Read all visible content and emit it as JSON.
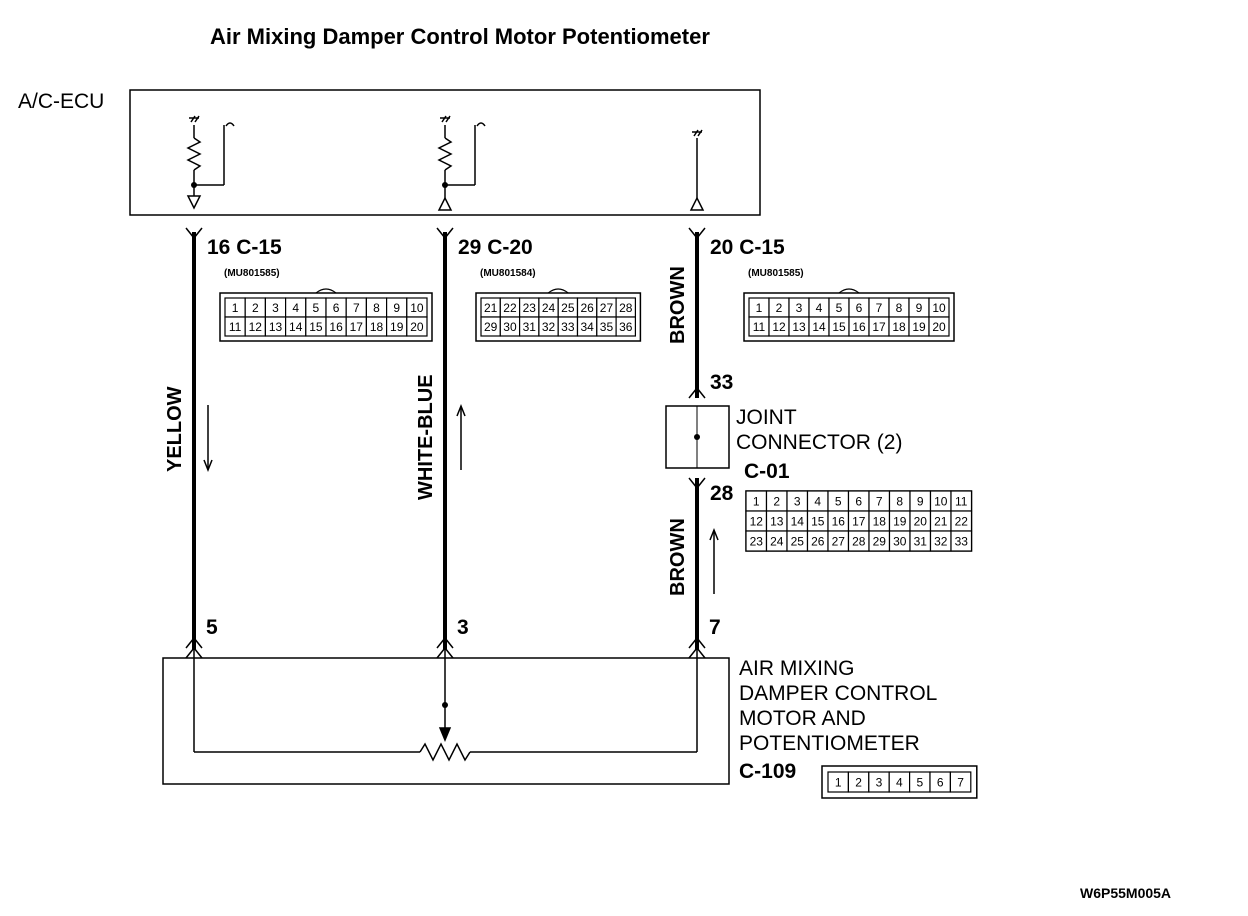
{
  "title": "Air Mixing Damper Control Motor Potentiometer",
  "ecu_label": "A/C-ECU",
  "wires": [
    {
      "pin_top": "16",
      "connector": "C-15",
      "part_no": "(MU801585)",
      "color": "YELLOW",
      "pin_bottom": "5"
    },
    {
      "pin_top": "29",
      "connector": "C-20",
      "part_no": "(MU801584)",
      "color": "WHITE-BLUE",
      "pin_bottom": "3"
    },
    {
      "pin_top": "20",
      "connector": "C-15",
      "part_no": "(MU801585)",
      "color_upper": "BROWN",
      "color_lower": "BROWN",
      "pin_bottom": "7"
    }
  ],
  "joint_connector": {
    "line1": "JOINT",
    "line2": "CONNECTOR (2)",
    "code": "C-01",
    "pin_in": "33",
    "pin_out": "28",
    "rows": [
      [
        "1",
        "2",
        "3",
        "4",
        "5",
        "6",
        "7",
        "8",
        "9",
        "10",
        "11"
      ],
      [
        "12",
        "13",
        "14",
        "15",
        "16",
        "17",
        "18",
        "19",
        "20",
        "21",
        "22"
      ],
      [
        "23",
        "24",
        "25",
        "26",
        "27",
        "28",
        "29",
        "30",
        "31",
        "32",
        "33"
      ]
    ]
  },
  "connector_c15_rows": [
    [
      "1",
      "2",
      "3",
      "4",
      "5",
      "6",
      "7",
      "8",
      "9",
      "10"
    ],
    [
      "11",
      "12",
      "13",
      "14",
      "15",
      "16",
      "17",
      "18",
      "19",
      "20"
    ]
  ],
  "connector_c20_rows": [
    [
      "21",
      "22",
      "23",
      "24",
      "25",
      "26",
      "27",
      "28"
    ],
    [
      "29",
      "30",
      "31",
      "32",
      "33",
      "34",
      "35",
      "36"
    ]
  ],
  "motor": {
    "line1": "AIR MIXING",
    "line2": "DAMPER CONTROL",
    "line3": "MOTOR AND",
    "line4": "POTENTIOMETER",
    "code": "C-109",
    "pins": [
      "1",
      "2",
      "3",
      "4",
      "5",
      "6",
      "7"
    ]
  },
  "diagram_code": "W6P55M005A"
}
